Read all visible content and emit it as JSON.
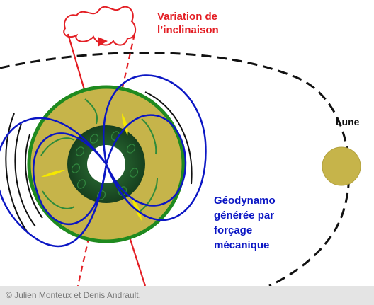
{
  "labels": {
    "inclination": "Variation de\nl’inclinaison",
    "moon": "Lune",
    "geodynamo": "Géodynamo\ngénérée par\nforçage\nmécanique"
  },
  "caption": "© Julien Monteux et Denis Andrault.",
  "colors": {
    "mantle": "#c6b44a",
    "mantle_border": "#1f8a1f",
    "outer_core": "#1e5a2a",
    "inner_core": "#ffffff",
    "field_lines": "#0b16c4",
    "axis": "#e31e24",
    "moon": "#c6b44a",
    "orbit": "#111111",
    "inclination_text": "#e31e24",
    "moon_text": "#111111",
    "geodynamo_text": "#0b16c4",
    "caption_bg": "#e4e4e4",
    "caption_text": "#777777",
    "flow_marks": "#f5e800"
  }
}
